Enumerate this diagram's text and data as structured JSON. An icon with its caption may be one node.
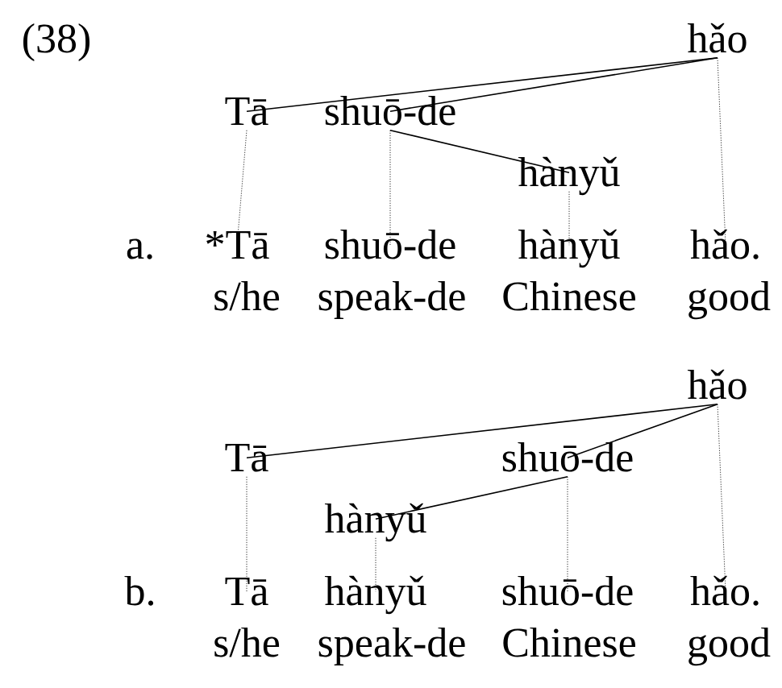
{
  "diagram": {
    "nodes": [
      {
        "text": [
          "hǎo"
        ]
      },
      {
        "text": [
          "Tā"
        ]
      },
      {
        "text": [
          "shuō-de"
        ]
      },
      {
        "text": [
          "hànyǔ"
        ]
      },
      {
        "text": [
          "*Tā"
        ]
      },
      {
        "text": [
          "shuō-de"
        ]
      },
      {
        "text": [
          "hànyǔ"
        ]
      },
      {
        "text": [
          "hǎo."
        ]
      },
      {
        "text": [
          "hǎo"
        ]
      },
      {
        "text": [
          "Tā"
        ]
      },
      {
        "text": [
          "shuō-de"
        ]
      },
      {
        "text": [
          "hànyǔ"
        ]
      },
      {
        "text": [
          "Tā"
        ]
      },
      {
        "text": [
          "hànyǔ"
        ]
      },
      {
        "text": [
          "shuō-de"
        ]
      },
      {
        "text": [
          "hǎo."
        ]
      }
    ],
    "edges": [
      {
        "from": 0,
        "to": 1,
        "arrow": "none"
      },
      {
        "from": 0,
        "to": 2,
        "arrow": "none"
      },
      {
        "from": 2,
        "to": 3,
        "arrow": "none"
      },
      {
        "from": 1,
        "to": 4,
        "arrow": "none",
        "style": "dashed"
      },
      {
        "from": 2,
        "to": 5,
        "arrow": "none",
        "style": "dashed"
      },
      {
        "from": 3,
        "to": 6,
        "arrow": "none",
        "style": "dashed"
      },
      {
        "from": 0,
        "to": 7,
        "arrow": "none",
        "style": "dashed"
      },
      {
        "from": 8,
        "to": 9,
        "arrow": "none"
      },
      {
        "from": 8,
        "to": 10,
        "arrow": "none"
      },
      {
        "from": 10,
        "to": 11,
        "arrow": "none"
      },
      {
        "from": 9,
        "to": 12,
        "arrow": "none",
        "style": "dashed"
      },
      {
        "from": 11,
        "to": 13,
        "arrow": "none",
        "style": "dashed"
      },
      {
        "from": 10,
        "to": 14,
        "arrow": "none",
        "style": "dashed"
      },
      {
        "from": 8,
        "to": 15,
        "arrow": "none",
        "style": "dashed"
      }
    ],
    "labels": [
      "(38)",
      "a.",
      "s/he",
      "speak-de",
      "Chinese",
      "good",
      "b.",
      "s/he",
      "speak-de",
      "Chinese",
      "good"
    ]
  }
}
